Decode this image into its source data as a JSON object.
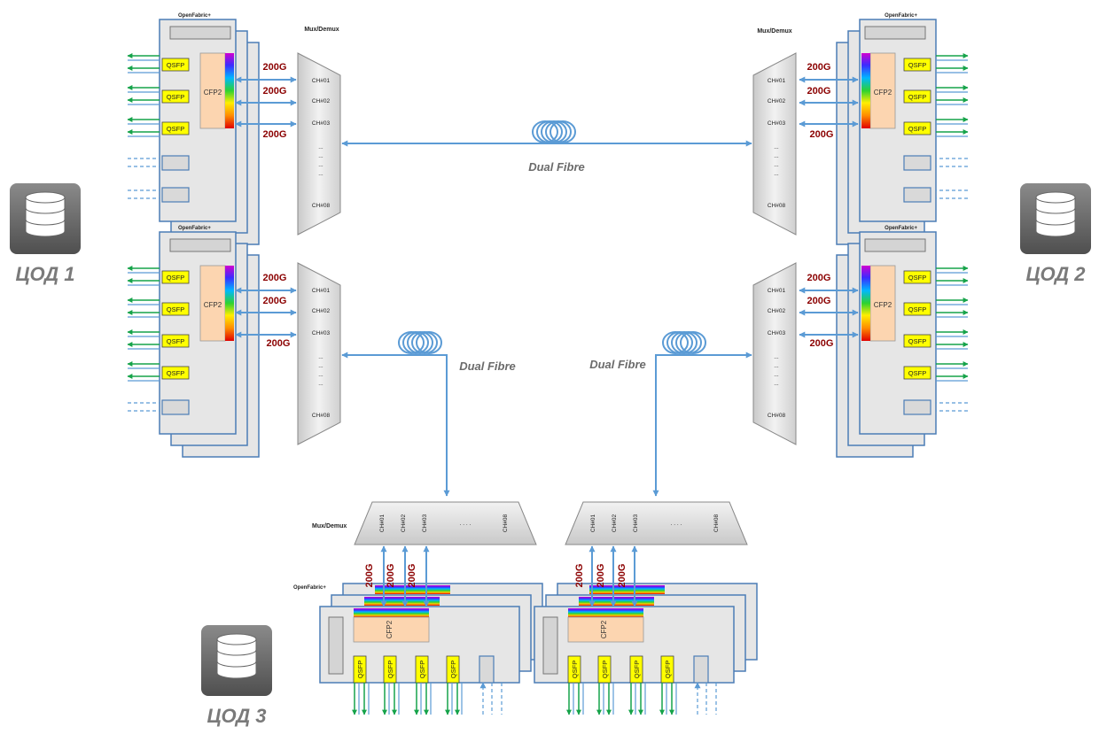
{
  "labels": {
    "openfabric": "OpenFabric+",
    "mux_demux": "Mux/Demux",
    "qsfp": "QSFP",
    "cfp2": "CFP2",
    "rate": "200G",
    "dual_fibre": "Dual Fibre",
    "channels": [
      "CH#01",
      "CH#02",
      "CH#03",
      "CH#08"
    ],
    "dots": "...",
    "dots_h": ". . . ."
  },
  "datacenters": [
    {
      "name": "ЦОД 1",
      "icon": "database-icon"
    },
    {
      "name": "ЦОД 2",
      "icon": "database-icon"
    },
    {
      "name": "ЦОД 3",
      "icon": "database-icon"
    }
  ],
  "colors": {
    "link_blue": "#5b9bd5",
    "traffic_green": "#16a34a",
    "chassis_fill": "#e6e6e6",
    "chassis_border": "#4b7db6",
    "qsfp_fill": "#ffff00",
    "cfp2_fill": "#fcd5b0",
    "rate_text": "#8b0000",
    "dc_icon": "#666666"
  }
}
